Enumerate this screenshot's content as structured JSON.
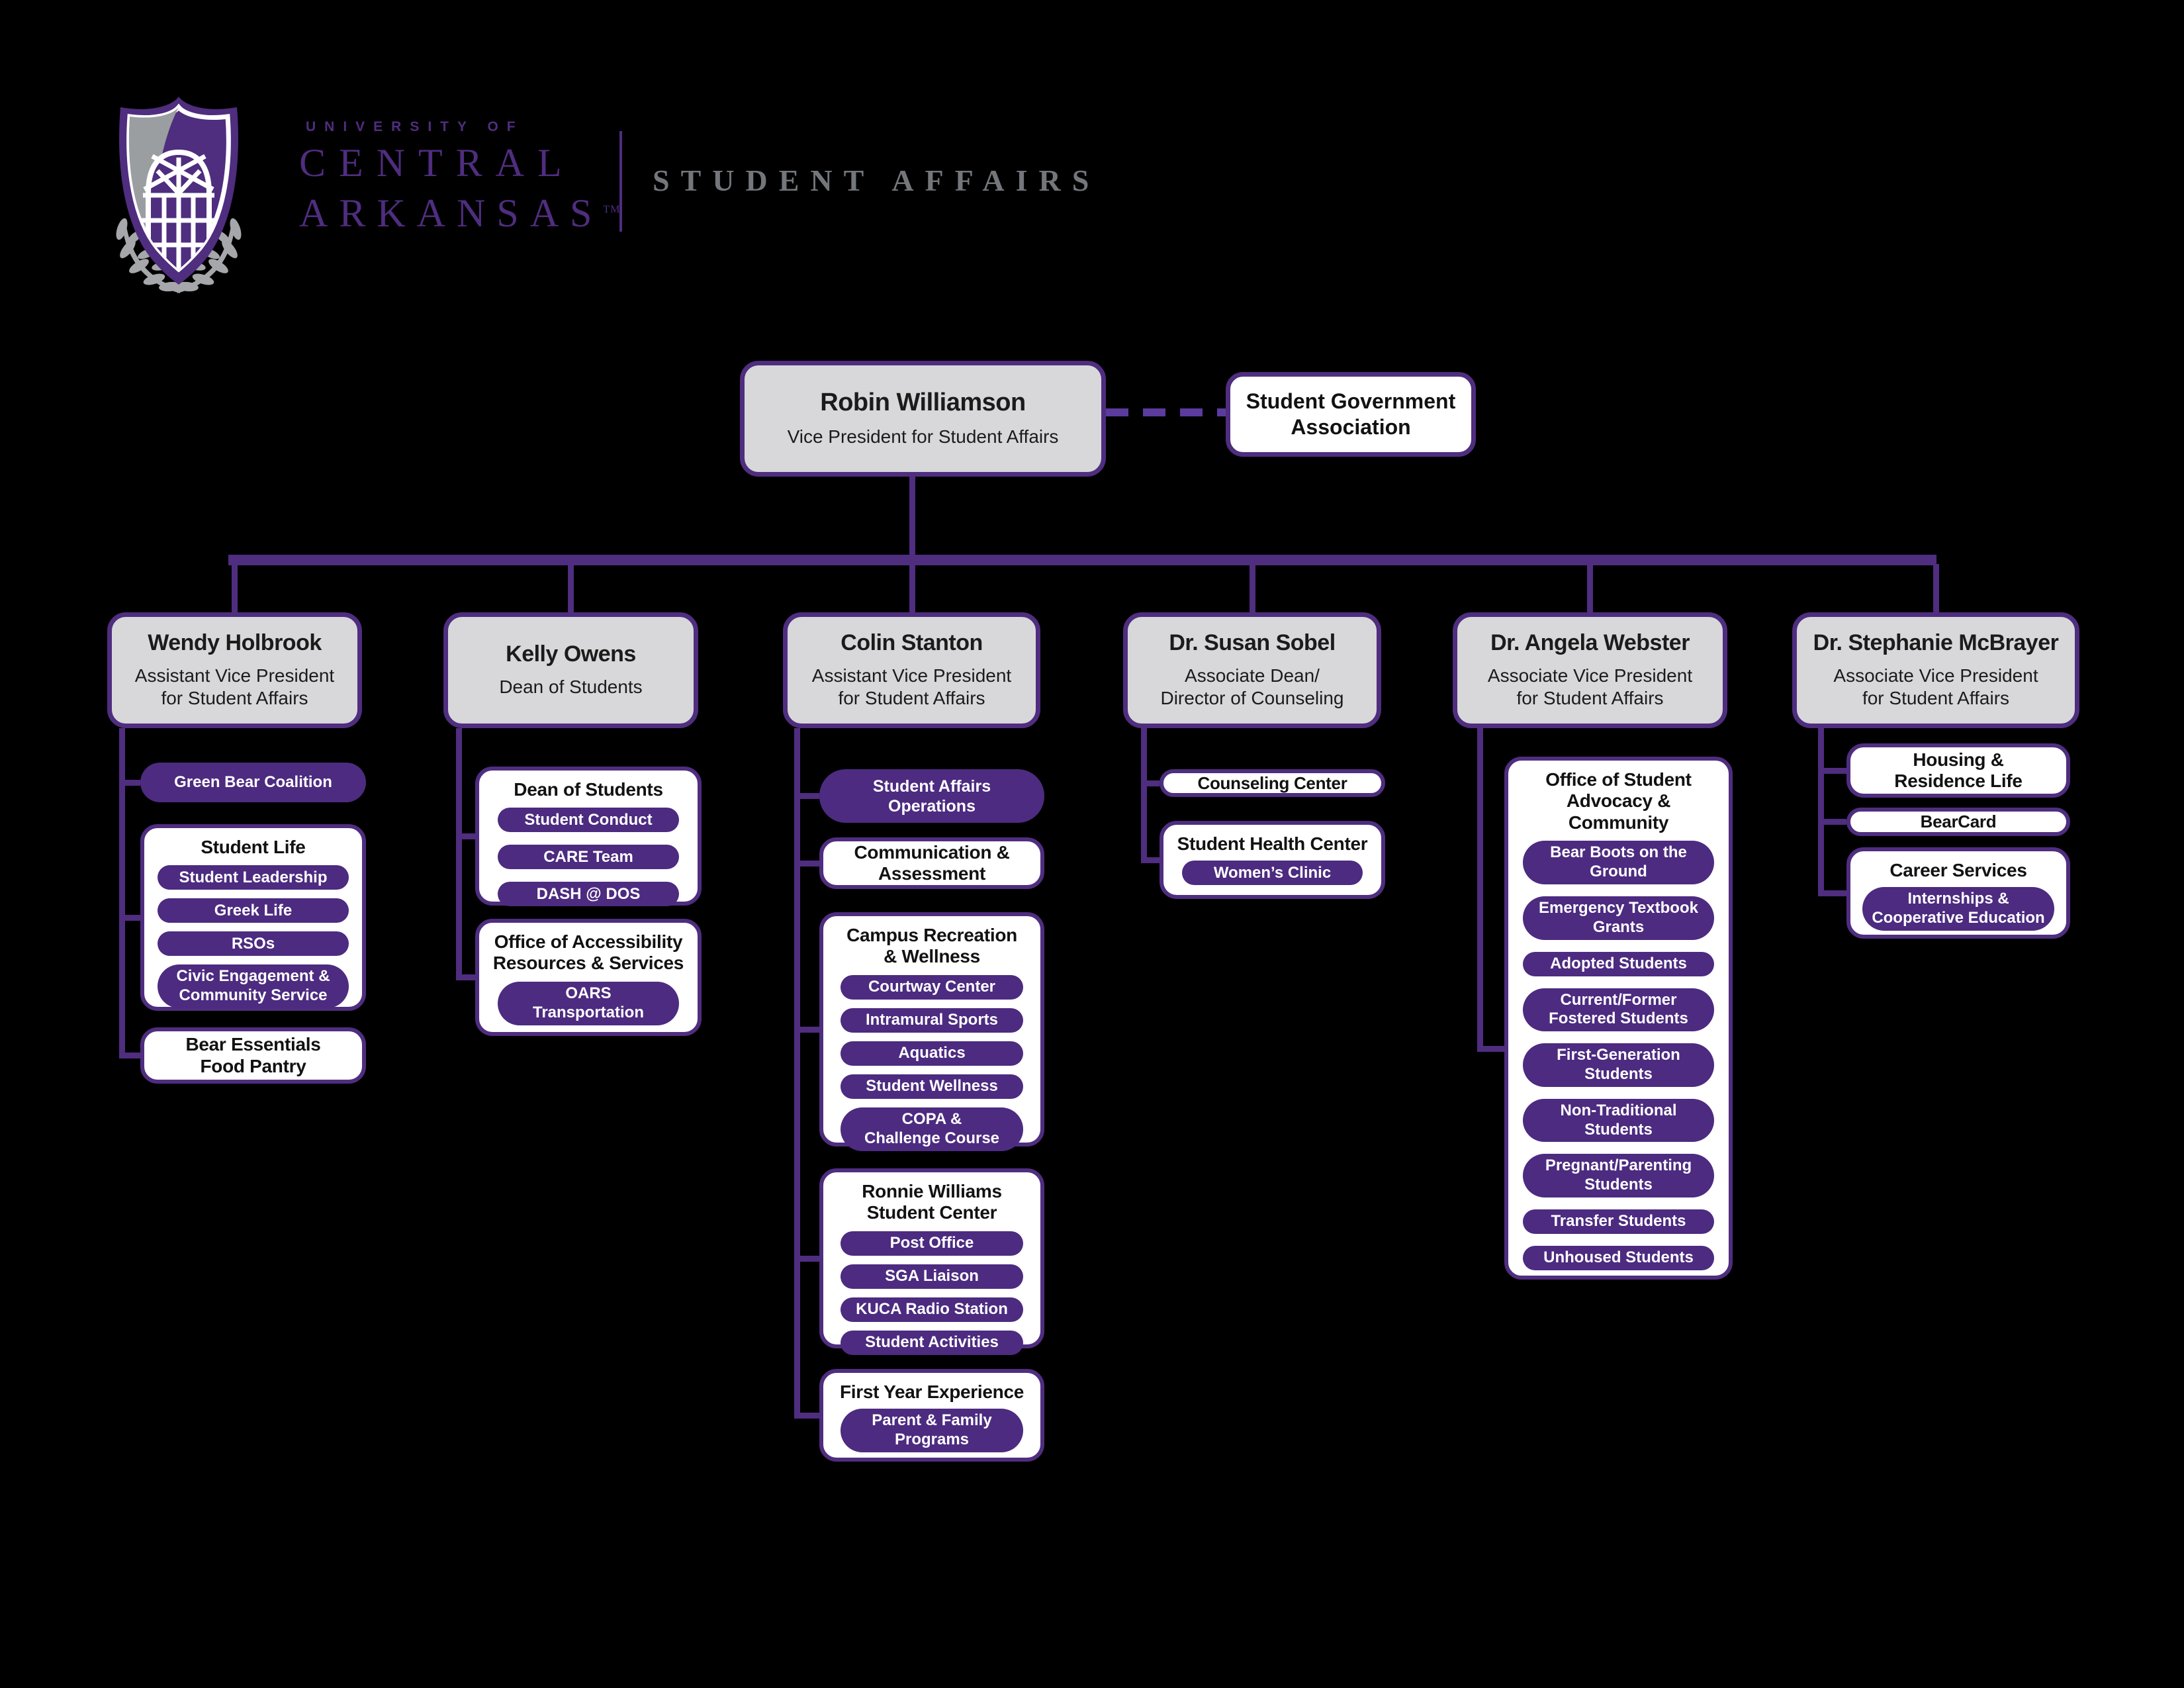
{
  "header": {
    "university_top": "UNIVERSITY OF",
    "university_mid": "CENTRAL",
    "university_bot": "ARKANSAS",
    "tm": "TM",
    "division": "STUDENT AFFAIRS"
  },
  "colors": {
    "purple": "#4F2D7F",
    "pill_purple": "#4C2B80",
    "dash_purple": "#5B3B9D",
    "person_box_gray": "#D8D8DA",
    "division_text_gray": "#73767A",
    "laurel_gray": "#A5A7AA",
    "background": "#000000"
  },
  "root": {
    "name": "Robin Williamson",
    "title": "Vice President for Student Affairs"
  },
  "sga": {
    "label": "Student Government\nAssociation"
  },
  "col1": {
    "name": "Wendy Holbrook",
    "title": "Assistant Vice President\nfor Student Affairs",
    "green_bear": "Green Bear Coalition",
    "student_life": {
      "title": "Student Life",
      "items": [
        "Student Leadership",
        "Greek Life",
        "RSOs",
        "Civic Engagement &\nCommunity Service"
      ]
    },
    "food_pantry": "Bear Essentials\nFood Pantry"
  },
  "col2": {
    "name": "Kelly Owens",
    "title": "Dean of Students",
    "dean": {
      "title": "Dean of Students",
      "items": [
        "Student Conduct",
        "CARE Team",
        "DASH @ DOS"
      ]
    },
    "oars": {
      "title": "Office of Accessibility\nResources & Services",
      "items": [
        "OARS\nTransportation"
      ]
    }
  },
  "col3": {
    "name": "Colin Stanton",
    "title": "Assistant Vice President\nfor Student Affairs",
    "operations": "Student Affairs\nOperations",
    "communication": "Communication &\nAssessment",
    "campus_rec": {
      "title": "Campus Recreation\n& Wellness",
      "items": [
        "Courtway Center",
        "Intramural Sports",
        "Aquatics",
        "Student Wellness",
        "COPA &\nChallenge Course"
      ]
    },
    "student_center": {
      "title": "Ronnie Williams\nStudent Center",
      "items": [
        "Post Office",
        "SGA Liaison",
        "KUCA Radio Station",
        "Student Activities"
      ]
    },
    "fye": {
      "title": "First Year Experience",
      "items": [
        "Parent & Family\nPrograms"
      ]
    }
  },
  "col4": {
    "name": "Dr. Susan Sobel",
    "title": "Associate Dean/\nDirector of Counseling",
    "counseling": "Counseling Center",
    "health": {
      "title": "Student Health Center",
      "items": [
        "Women’s Clinic"
      ]
    }
  },
  "col5": {
    "name": "Dr. Angela Webster",
    "title": "Associate Vice President\nfor Student Affairs",
    "advocacy": {
      "title": "Office of Student\nAdvocacy &\nCommunity",
      "items": [
        "Bear Boots on the\nGround",
        "Emergency Textbook\nGrants",
        "Adopted Students",
        "Current/Former\nFostered Students",
        "First-Generation\nStudents",
        "Non-Traditional\nStudents",
        "Pregnant/Parenting\nStudents",
        "Transfer Students",
        "Unhoused Students"
      ]
    }
  },
  "col6": {
    "name": "Dr. Stephanie McBrayer",
    "title": "Associate Vice President\nfor Student Affairs",
    "housing": "Housing &\nResidence Life",
    "bearcard": "BearCard",
    "career": {
      "title": "Career Services",
      "items": [
        "Internships &\nCooperative Education"
      ]
    }
  }
}
